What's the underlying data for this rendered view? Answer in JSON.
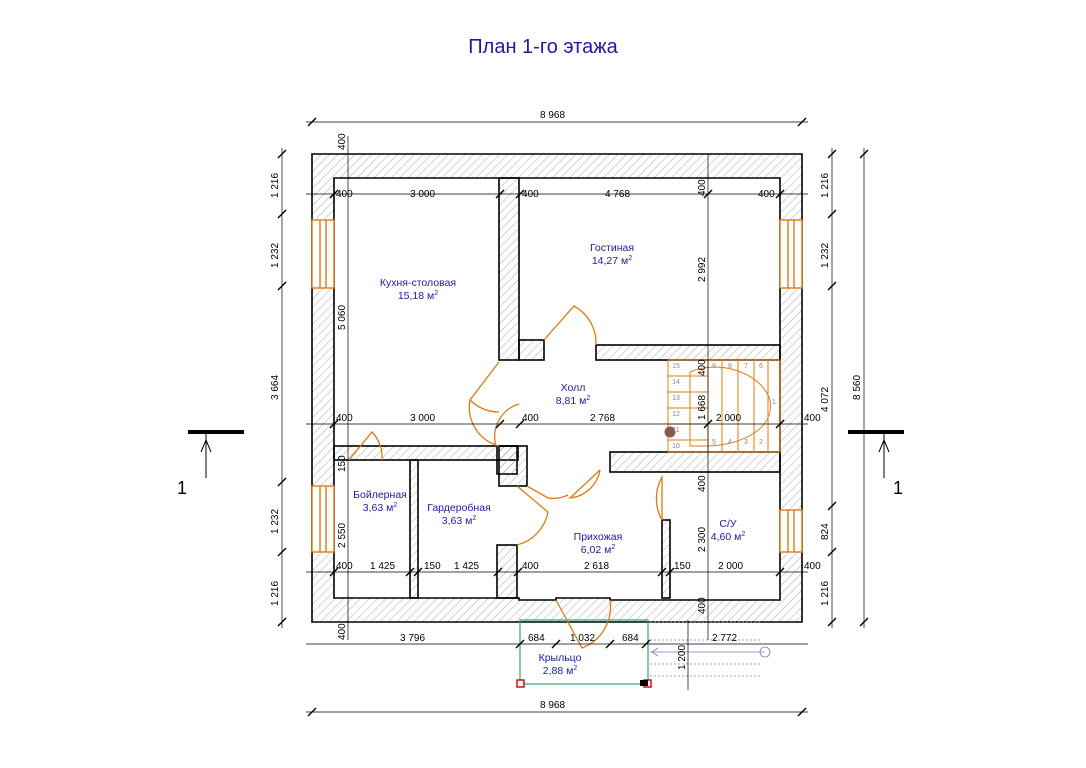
{
  "title": "План 1-го этажа",
  "rooms": {
    "kitchen": {
      "name": "Кухня-столовая",
      "area": "15,18 м"
    },
    "living": {
      "name": "Гостиная",
      "area": "14,27 м"
    },
    "hall": {
      "name": "Холл",
      "area": "8,81 м"
    },
    "boiler": {
      "name": "Бойлерная",
      "area": "3,63 м"
    },
    "wardrobe": {
      "name": "Гардеробная",
      "area": "3,63 м"
    },
    "entrance": {
      "name": "Прихожая",
      "area": "6,02 м"
    },
    "bathroom": {
      "name": "С/У",
      "area": "4,60 м"
    },
    "porch": {
      "name": "Крыльцо",
      "area": "2,88 м"
    }
  },
  "area_unit_sup": "2",
  "section_label": "1",
  "dims": {
    "top_total": "8 968",
    "bottom_total": "8 968",
    "top_400_a": "400",
    "top_3000": "3 000",
    "top_400_b": "400",
    "top_4768": "4 768",
    "top_400_c": "400",
    "top_400_d": "400",
    "mid_400_a": "400",
    "mid_3000": "3 000",
    "mid_400_b": "400",
    "mid_2768": "2 768",
    "mid_2000": "2 000",
    "mid_400_c": "400",
    "low_400_a": "400",
    "low_1425_a": "1 425",
    "low_150_a": "150",
    "low_1425_b": "1 425",
    "low_400_b": "400",
    "low_2618": "2 618",
    "low_150_b": "150",
    "low_2000": "2 000",
    "low_400_c": "400",
    "bot_400": "400",
    "bot_3796": "3 796",
    "bot_684_a": "684",
    "bot_1032": "1 032",
    "bot_684_b": "684",
    "bot_2772": "2 772",
    "left_1216_a": "1 216",
    "left_1232_a": "1 232",
    "left_3664": "3 664",
    "left_1232_b": "1 232",
    "left_1216_b": "1 216",
    "right_1216_a": "1 216",
    "right_1232": "1 232",
    "right_4072": "4 072",
    "right_824": "824",
    "right_1216_b": "1 216",
    "right_total": "8 560",
    "v_400_top": "400",
    "v_5060": "5 060",
    "v_2992": "2 992",
    "v_400_stair": "400",
    "v_1668": "1 668",
    "v_150": "150",
    "v_2550": "2 550",
    "v_400_su": "400",
    "v_2300": "2 300",
    "v_400_bot": "400",
    "v_400_porch": "400",
    "v_1200": "1 200"
  },
  "stair_steps": [
    "15",
    "14",
    "13",
    "12",
    "11",
    "10",
    "9",
    "8",
    "7",
    "6",
    "5",
    "4",
    "3",
    "2",
    "1"
  ],
  "stair_notes": [
    "1",
    "2",
    "3",
    "4",
    "5",
    "6",
    "7",
    "8",
    "9",
    "10"
  ],
  "colors": {
    "wall": "#000000",
    "window": "#e07a10",
    "door": "#e07a10",
    "room_text": "#1a1aa8",
    "porch": "#2aa876",
    "hatch": "#888888"
  }
}
